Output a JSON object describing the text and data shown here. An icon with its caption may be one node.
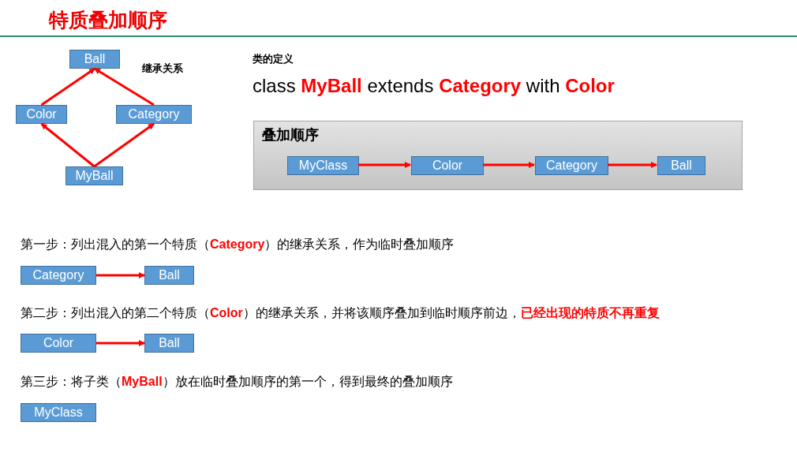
{
  "diagram": {
    "title": "特质叠加顺序",
    "nodes": [
      {
        "text": [
          "Ball"
        ]
      },
      {
        "text": [
          "Color"
        ]
      },
      {
        "text": [
          "Category"
        ]
      },
      {
        "text": [
          "MyBall"
        ]
      },
      {
        "text": [
          "叠加顺序"
        ]
      },
      {
        "text": [
          "MyClass"
        ],
        "in": 4
      },
      {
        "text": [
          "Color"
        ],
        "in": 4
      },
      {
        "text": [
          "Category"
        ],
        "in": 4
      },
      {
        "text": [
          "Ball"
        ],
        "in": 4
      },
      {
        "text": [
          "Category"
        ]
      },
      {
        "text": [
          "Ball"
        ]
      },
      {
        "text": [
          "Color"
        ]
      },
      {
        "text": [
          "Ball"
        ]
      },
      {
        "text": [
          "MyClass"
        ]
      }
    ],
    "edges": [
      {
        "from": 1,
        "to": 0,
        "arrow": "to"
      },
      {
        "from": 2,
        "to": 0,
        "arrow": "to"
      },
      {
        "from": 3,
        "to": 1,
        "arrow": "to"
      },
      {
        "from": 3,
        "to": 2,
        "arrow": "to"
      },
      {
        "from": 5,
        "to": 6,
        "arrow": "to"
      },
      {
        "from": 6,
        "to": 7,
        "arrow": "to"
      },
      {
        "from": 7,
        "to": 8,
        "arrow": "to"
      },
      {
        "from": 9,
        "to": 10,
        "arrow": "to"
      },
      {
        "from": 11,
        "to": 12,
        "arrow": "to"
      }
    ],
    "labels": [
      "继承关系",
      "类的定义",
      "class **MyBall** extends **Category** with **Color**",
      "第一步：列出混入的第一个特质（**Category**）的继承关系，作为临时叠加顺序",
      "第二步：列出混入的第二个特质（**Color**）的继承关系，并将该顺序叠加到临时顺序前边，**已经出现的特质不再重复**",
      "第三步：将子类（**MyBall**）放在临时叠加顺序的第一个，得到最终的叠加顺序"
    ]
  }
}
